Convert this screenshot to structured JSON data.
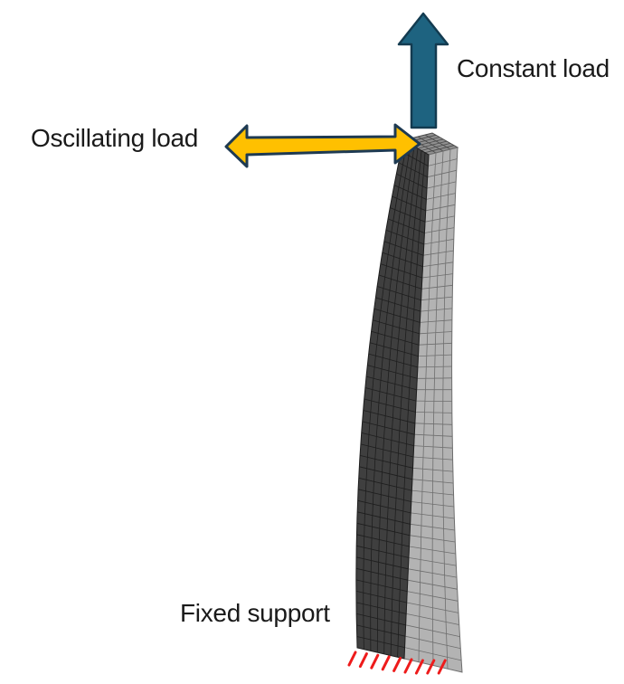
{
  "diagram": {
    "labels": {
      "constant_load": "Constant load",
      "oscillating_load": "Oscillating load",
      "fixed_support": "Fixed support"
    },
    "colors": {
      "background": "#ffffff",
      "text": "#1a1a1a",
      "constant_arrow_fill": "#1e6380",
      "constant_arrow_outline": "#133b50",
      "oscillating_arrow_fill": "#ffc000",
      "oscillating_arrow_outline": "#1e3a52",
      "column_front_face": "#3f3f3f",
      "column_front_mesh": "#1e1e1e",
      "column_side_face": "#b3b3b3",
      "column_side_mesh": "#6e6e6e",
      "column_top_face": "#8f8f8f",
      "column_top_mesh": "#4a4a4a",
      "hatch": "#ee1b1b"
    },
    "mesh": {
      "front_cols": 7,
      "front_rows": 45,
      "side_cols": 4,
      "side_rows": 45,
      "top_cols": 7,
      "top_rows": 4,
      "hatch_count": 9
    }
  }
}
